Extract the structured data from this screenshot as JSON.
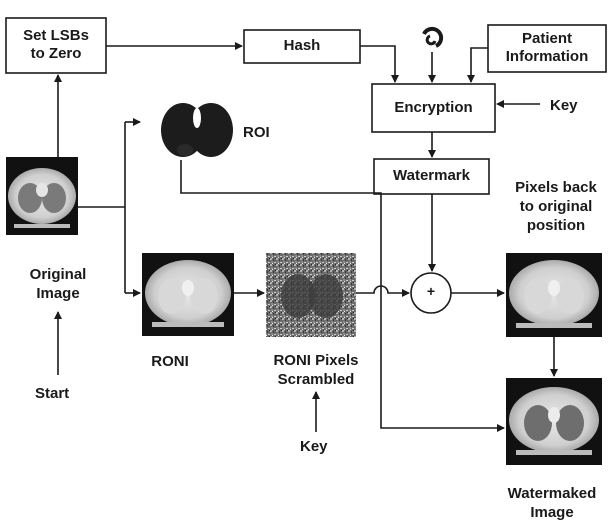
{
  "boxes": {
    "set_lsbs_line1": "Set LSBs",
    "set_lsbs_line2": "to Zero",
    "hash": "Hash",
    "patient_line1": "Patient",
    "patient_line2": "Information",
    "encryption": "Encryption",
    "watermark": "Watermark"
  },
  "labels": {
    "key_top": "Key",
    "roi": "ROI",
    "original_line1": "Original",
    "original_line2": "Image",
    "start": "Start",
    "roni": "RONI",
    "roni_scrambled_line1": "RONI Pixels",
    "roni_scrambled_line2": "Scrambled",
    "key_bottom": "Key",
    "pixels_back_line1": "Pixels back",
    "pixels_back_line2": "to original",
    "pixels_back_line3": "position",
    "watermarked_line1": "Watermaked",
    "watermarked_line2": "Image",
    "combiner_symbol": "+"
  }
}
